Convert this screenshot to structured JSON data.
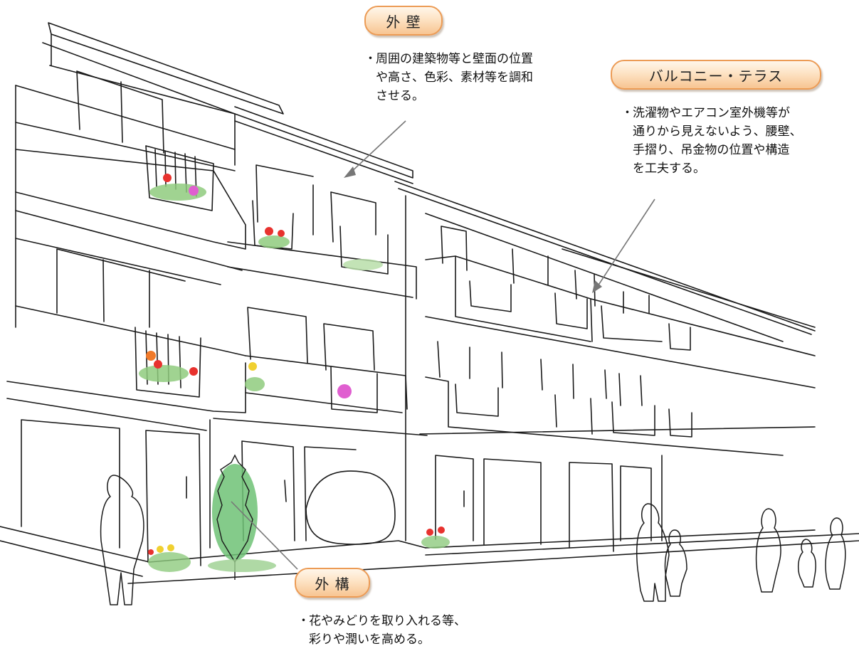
{
  "callouts": {
    "wall": {
      "label": "外 壁",
      "bullet": "・",
      "lines": [
        "周囲の建築物等と壁面の位置",
        "や高さ、色彩、素材等を調和",
        "させる。"
      ]
    },
    "balcony": {
      "label": "バルコニー・テラス",
      "bullet": "・",
      "lines": [
        "洗濯物やエアコン室外機等が",
        "通りから見えないよう、腰壁、",
        "手摺り、吊金物の位置や構造",
        "を工夫する。"
      ]
    },
    "exterior": {
      "label": "外 構",
      "bullet": "・",
      "lines": [
        "花やみどりを取り入れる等、",
        "彩りや潤いを高める。"
      ]
    }
  },
  "colors": {
    "pill_fill": "#fde3c4",
    "pill_border": "#ec9b55",
    "ink": "#222222",
    "leader": "#777777",
    "flower_red": "#e8322e",
    "flower_pink": "#e05fd0",
    "flower_yellow": "#f0d030",
    "foliage": "#6ec276"
  }
}
